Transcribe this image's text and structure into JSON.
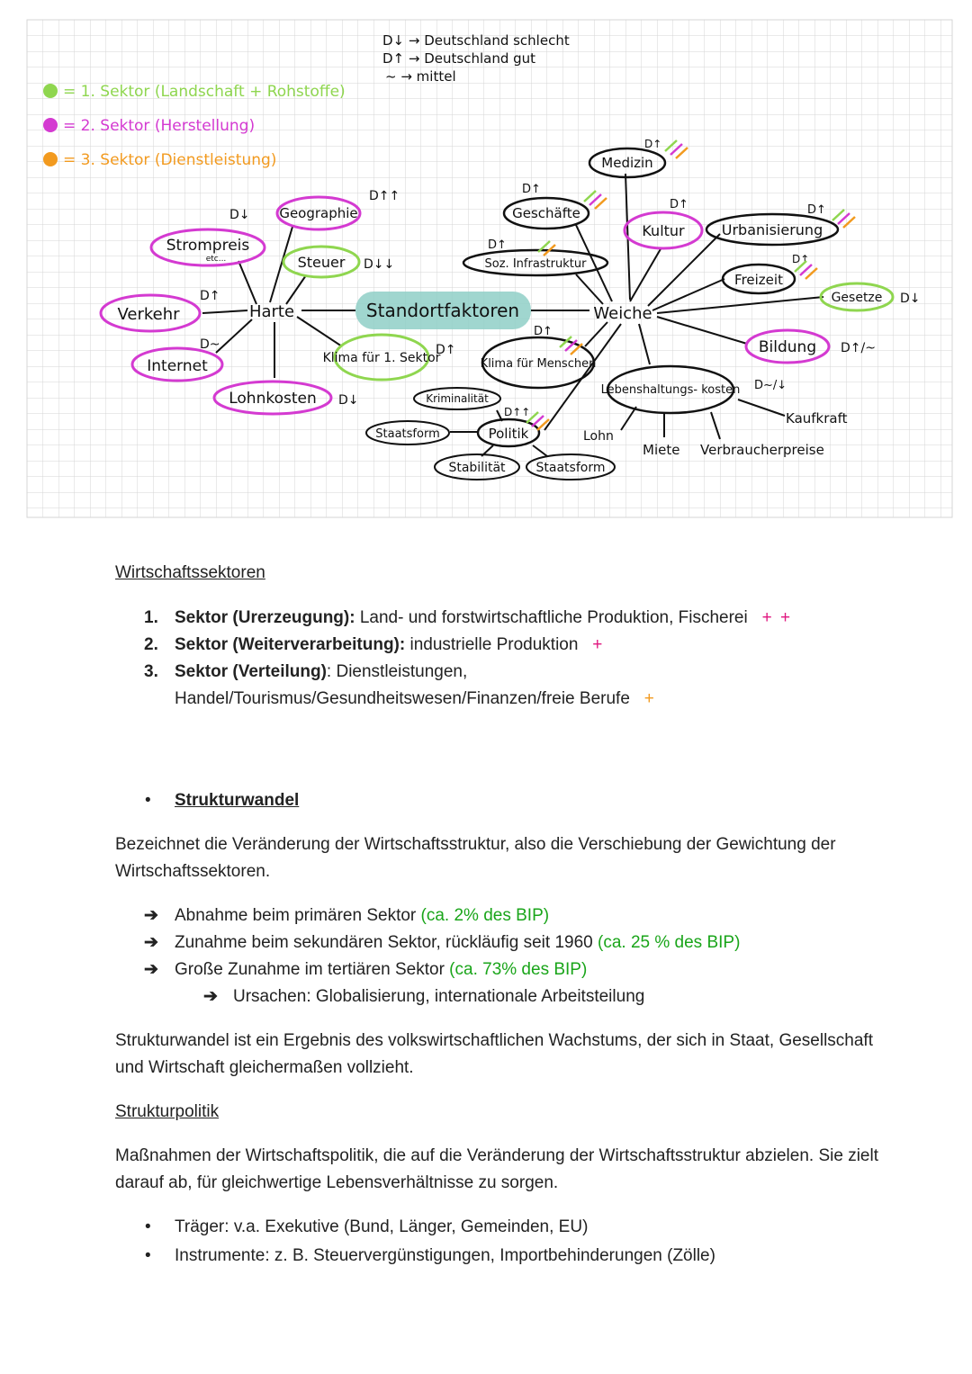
{
  "legend": {
    "notes": [
      "D↓ → Deutschland schlecht",
      "D↑ → Deutschland gut",
      "~ → mittel"
    ],
    "sectors": [
      {
        "label": "= 1. Sektor (Landschaft + Rohstoffe)",
        "color": "#8fd64f"
      },
      {
        "label": "= 2. Sektor (Herstellung)",
        "color": "#d43ad1"
      },
      {
        "label": "= 3. Sektor (Dienstleistung)",
        "color": "#f29a1f"
      }
    ]
  },
  "mindmap": {
    "center": "Standortfaktoren",
    "hard_hub": "Harte",
    "soft_hub": "Weiche",
    "hard_factors": [
      {
        "label": "Strompreis",
        "sub": "etc...",
        "rating": "D↓"
      },
      {
        "label": "Geographie",
        "rating": "D↑↑"
      },
      {
        "label": "Steuer",
        "rating": "D↓↓"
      },
      {
        "label": "Verkehr",
        "rating": "D↑"
      },
      {
        "label": "Internet",
        "rating": "D~"
      },
      {
        "label": "Lohnkosten",
        "rating": "D↓"
      },
      {
        "label": "Klima für 1. Sektor",
        "rating": "D↑"
      }
    ],
    "soft_factors": [
      {
        "label": "Medizin",
        "rating": "D↑"
      },
      {
        "label": "Geschäfte",
        "rating": "D↑"
      },
      {
        "label": "Kultur",
        "rating": "D↑"
      },
      {
        "label": "Urbanisierung",
        "rating": "D↑"
      },
      {
        "label": "Soz. Infrastruktur",
        "rating": "D↑"
      },
      {
        "label": "Freizeit",
        "rating": "D↑"
      },
      {
        "label": "Gesetze",
        "rating": "D↓"
      },
      {
        "label": "Bildung",
        "rating": "D↑/~"
      },
      {
        "label": "Klima für Menschen",
        "rating": "D↑"
      },
      {
        "label": "Lebenshaltungs- kosten",
        "rating": "D~/↓"
      },
      {
        "label": "Politik",
        "rating": "D↑↑"
      }
    ],
    "politik_subs": [
      "Kriminalität",
      "Staatsform",
      "Stabilität",
      "Staatsform"
    ],
    "lebens_subs": [
      "Lohn",
      "Miete",
      "Verbraucherpreise",
      "Kaufkraft"
    ]
  },
  "doc": {
    "title_sectors": "Wirtschaftssektoren",
    "sectors": [
      {
        "num": "1.",
        "bold": "Sektor (Urerzeugung):",
        "text": " Land- und forstwirtschaftliche Produktion, Fischerei",
        "plus": "+ +"
      },
      {
        "num": "2.",
        "bold": "Sektor (Weiterverarbeitung):",
        "text": " industrielle Produktion",
        "plus": "+"
      },
      {
        "num": "3.",
        "bold": "Sektor (Verteilung)",
        "text": ": Dienstleistungen,",
        "text2": "Handel/Tourismus/Gesundheitswesen/Finanzen/freie Berufe",
        "plus": "+"
      }
    ],
    "strukturwandel_title": "Strukturwandel",
    "strukturwandel_def": "Bezeichnet die Veränderung der Wirtschaftsstruktur, also die Verschiebung der Gewichtung der Wirtschaftssektoren.",
    "changes": [
      {
        "text": "Abnahme beim primären Sektor ",
        "note": "(ca. 2% des BIP)"
      },
      {
        "text": "Zunahme beim sekundären Sektor, rückläufig seit 1960 ",
        "note": "(ca. 25 % des BIP)"
      },
      {
        "text": "Große Zunahme im tertiären Sektor ",
        "note": "(ca. 73% des BIP)"
      }
    ],
    "causes": "Ursachen: Globalisierung, internationale Arbeitsteilung",
    "strukturwandel_result": "Strukturwandel ist ein Ergebnis des volkswirtschaftlichen Wachstums, der sich in Staat, Gesellschaft und Wirtschaft gleichermaßen vollzieht.",
    "strukturpolitik_title": "Strukturpolitik",
    "strukturpolitik_def": "Maßnahmen der Wirtschaftspolitik, die auf die Veränderung der Wirtschaftsstruktur abzielen. Sie zielt darauf ab, für gleichwertige Lebensverhältnisse zu sorgen.",
    "bullets": [
      "Träger: v.a. Exekutive (Bund, Länger, Gemeinden, EU)",
      "Instrumente: z. B. Steuervergünstigungen, Importbehinderungen (Zölle)"
    ]
  }
}
